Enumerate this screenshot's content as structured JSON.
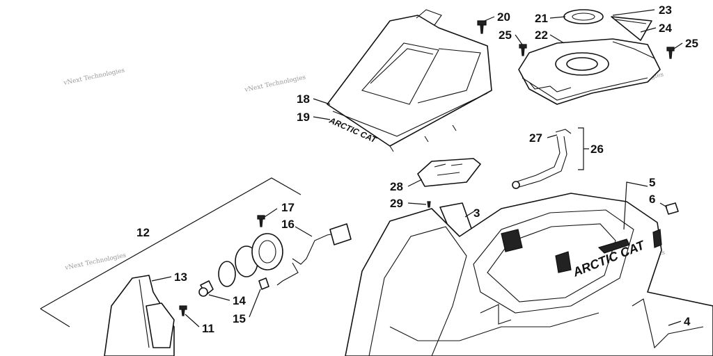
{
  "watermark": "vNext Technologies",
  "brand_text": "ARCTIC CAT",
  "callouts": {
    "c3": "3",
    "c4": "4",
    "c5": "5",
    "c6": "6",
    "c11": "11",
    "c12": "12",
    "c13": "13",
    "c14": "14",
    "c15": "15",
    "c16": "16",
    "c17": "17",
    "c18": "18",
    "c19": "19",
    "c20": "20",
    "c21": "21",
    "c22": "22",
    "c23": "23",
    "c24": "24",
    "c25a": "25",
    "c25b": "25",
    "c26": "26",
    "c27": "27",
    "c28": "28",
    "c29": "29"
  }
}
